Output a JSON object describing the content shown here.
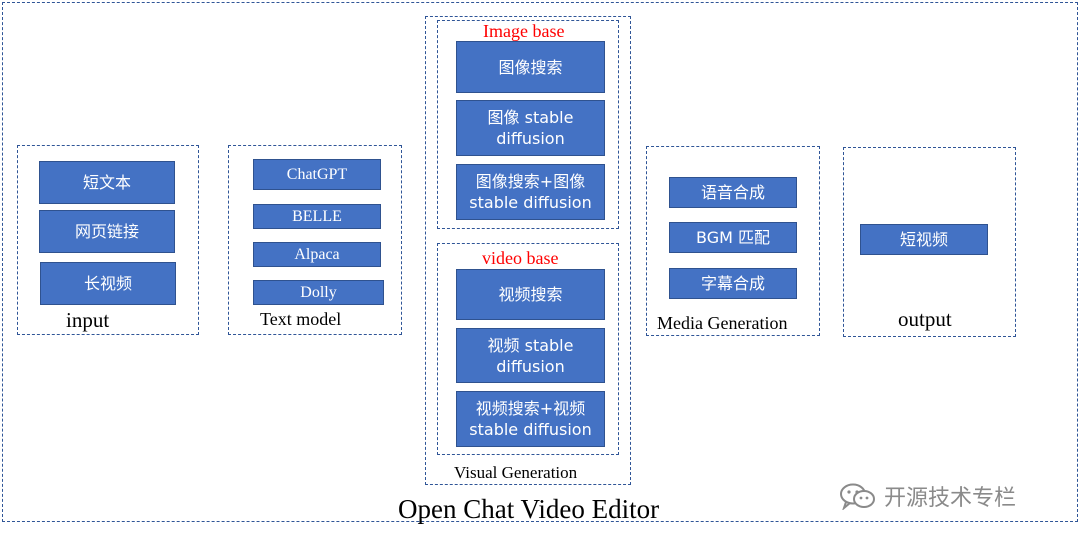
{
  "title": "Open Chat Video Editor",
  "input": {
    "label": "input",
    "items": [
      "短文本",
      "网页链接",
      "长视频"
    ]
  },
  "text_model": {
    "label": "Text model",
    "items": [
      "ChatGPT",
      "BELLE",
      "Alpaca",
      "Dolly"
    ]
  },
  "visual_generation": {
    "label": "Visual Generation",
    "image_base": {
      "label": "Image base",
      "items": [
        {
          "line1": "图像搜索",
          "line2": ""
        },
        {
          "line1": "图像 stable",
          "line2": "diffusion"
        },
        {
          "line1": "图像搜索+图像",
          "line2": "stable diffusion"
        }
      ]
    },
    "video_base": {
      "label": "video base",
      "items": [
        {
          "line1": "视频搜索",
          "line2": ""
        },
        {
          "line1": "视频 stable",
          "line2": "diffusion"
        },
        {
          "line1": "视频搜索+视频",
          "line2": "stable diffusion"
        }
      ]
    }
  },
  "media_generation": {
    "label": "Media Generation",
    "items": [
      "语音合成",
      "BGM 匹配",
      "字幕合成"
    ]
  },
  "output": {
    "label": "output",
    "items": [
      "短视频"
    ]
  },
  "watermark": {
    "icon": "wechat-icon",
    "text": "开源技术专栏"
  },
  "colors": {
    "box_fill": "#4472c4",
    "dash_border": "#2f5597",
    "highlight": "#ff0000"
  }
}
